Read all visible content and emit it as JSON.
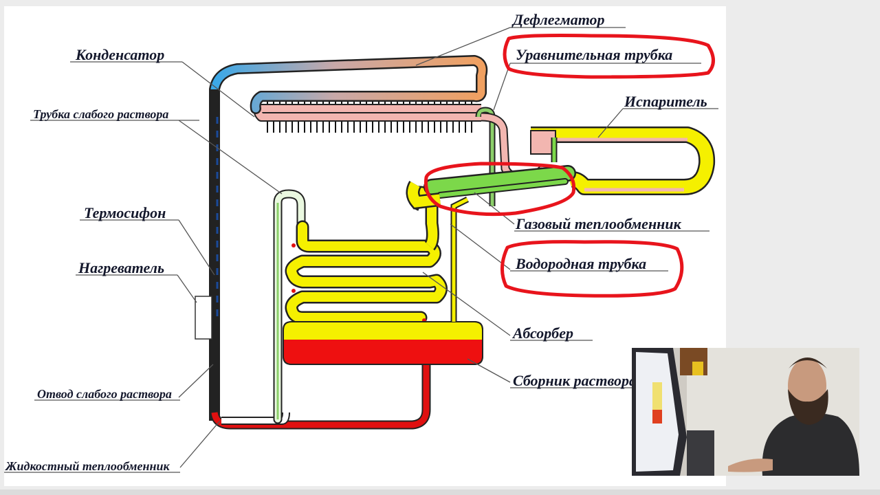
{
  "diagram": {
    "labels": {
      "deflegmator": "Дефлегматор",
      "kondensator": "Конденсатор",
      "uravnitelnaya": "Уравнительная трубка",
      "isparitel": "Испаритель",
      "trubka_slabogo": "Трубка слабого раствора",
      "termosifon": "Термосифон",
      "nagrevatel": "Нагреватель",
      "gazovy": "Газовый теплообменник",
      "vodorodnaya": "Водородная трубка",
      "absorber": "Абсорбер",
      "sbornik": "Сборник раствора",
      "otvod": "Отвод слабого раствора",
      "zhidkostny": "Жидкостный теплообменник"
    },
    "colors": {
      "highlight": "#e8141c",
      "yellow": "#f5f000",
      "red": "#ee1010",
      "pink": "#f2b6b0",
      "green": "#7cd84a",
      "blue": "#3aa8e8",
      "orange": "#f0b070"
    }
  },
  "webcam": {
    "icons": [
      "person-icon",
      "monitor-icon"
    ]
  }
}
